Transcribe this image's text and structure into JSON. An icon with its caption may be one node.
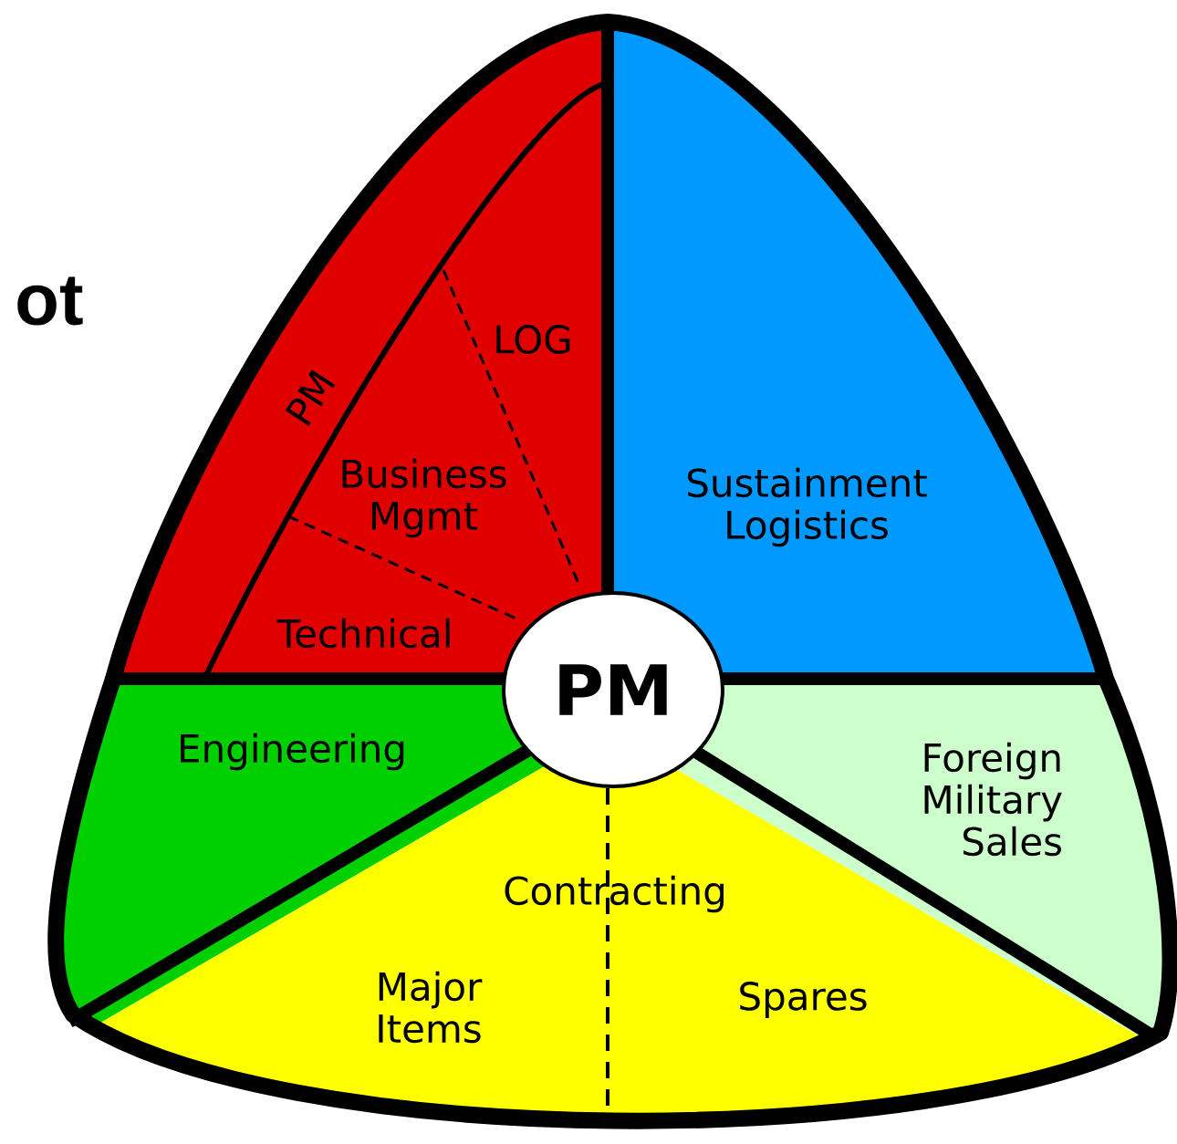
{
  "diagram": {
    "nodes": [
      {
        "text": [
          "PM",
          "LOG",
          "Business Mgmt",
          "Technical"
        ]
      },
      {
        "text": [
          "Sustainment Logistics"
        ]
      },
      {
        "text": [
          "Engineering"
        ]
      },
      {
        "text": [
          "Foreign Military Sales"
        ]
      },
      {
        "text": [
          "Contracting",
          "Major Items",
          "Spares"
        ]
      },
      {
        "text": [
          "PM"
        ]
      }
    ],
    "labels": [
      "ot"
    ]
  }
}
